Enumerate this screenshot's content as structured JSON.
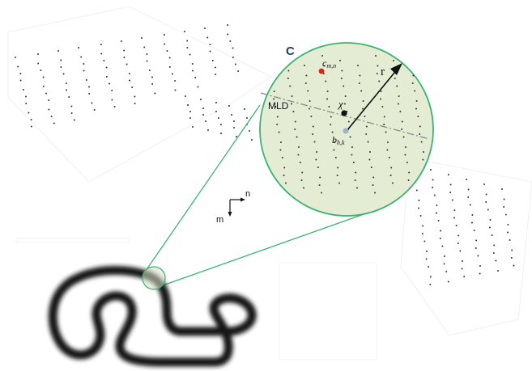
{
  "labels": {
    "circle": "C",
    "radius": "r",
    "mld": "MLD",
    "chi": "χ",
    "c_point_main": "c",
    "c_point_sub": "m,n",
    "b_point_main": "b",
    "b_point_sub": "h,k",
    "axis_n": "n",
    "axis_m": "m"
  },
  "colors": {
    "circle_fill": "#e4ecd3",
    "circle_stroke": "#3cb371",
    "zoom_lines": "#3cb371",
    "label_c": "#1f3a6b",
    "point_c": "#e0201b",
    "point_b": "#9fb4cc",
    "point_chi": "#111111",
    "mld_line": "#8a8a8a",
    "dots": "#333333",
    "track": "#151515"
  }
}
